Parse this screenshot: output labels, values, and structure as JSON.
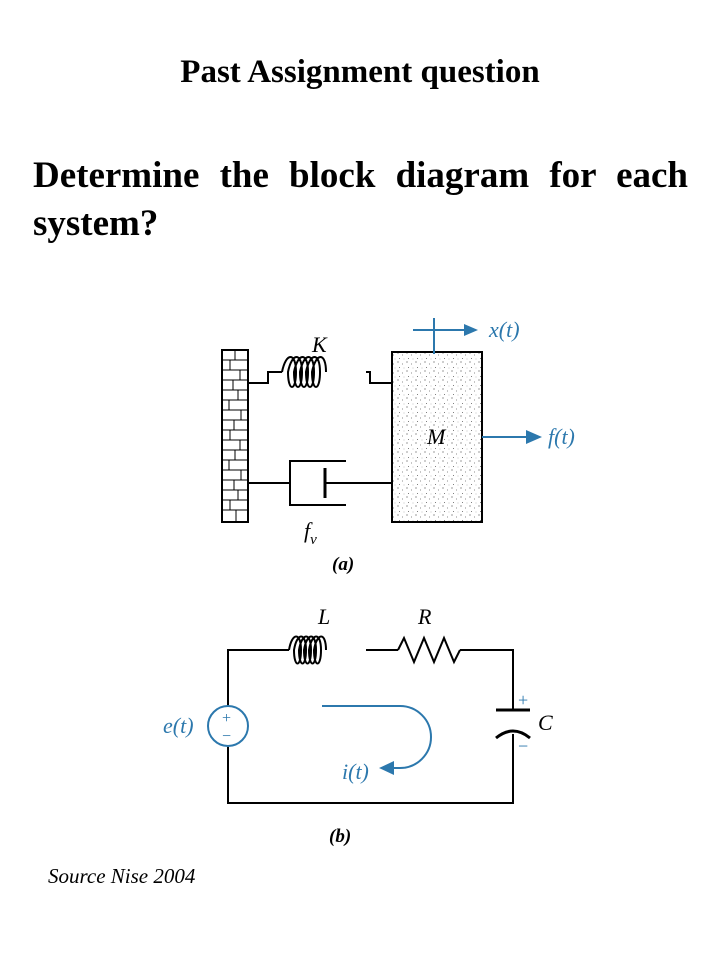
{
  "slide": {
    "title": "Past Assignment question",
    "question": "Determine the block diagram for each system?",
    "source": "Source Nise 2004"
  },
  "figure_a": {
    "caption": "(a)",
    "spring_label": "K",
    "mass_label": "M",
    "damper_label_main": "f",
    "damper_label_sub": "v",
    "displacement_label": "x(t)",
    "force_label": "f(t)"
  },
  "figure_b": {
    "caption": "(b)",
    "inductor_label": "L",
    "resistor_label": "R",
    "capacitor_label": "C",
    "source_label": "e(t)",
    "current_label": "i(t)",
    "plus_sign": "+",
    "minus_sign": "−"
  },
  "colors": {
    "accent_blue": "#2c78ad",
    "ink": "#000000"
  }
}
